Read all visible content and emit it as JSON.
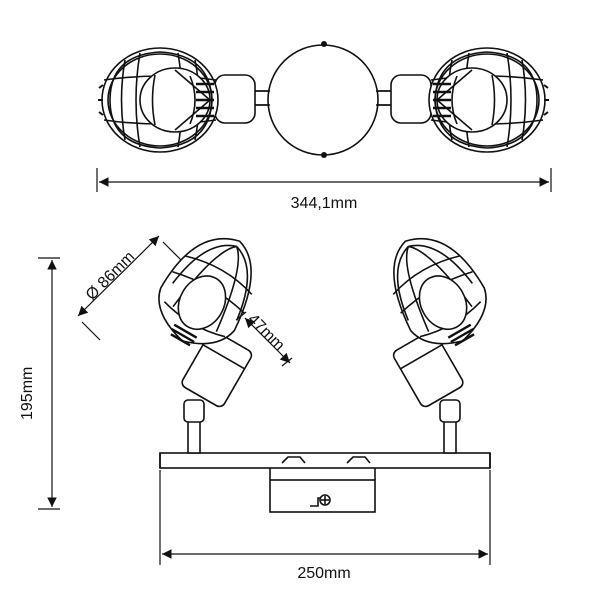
{
  "drawing": {
    "top_view": {
      "width_label": "344,1mm"
    },
    "front_view": {
      "diameter_label": "Ø 86mm",
      "arm_label": "47mm",
      "height_label": "195mm",
      "base_width_label": "250mm"
    }
  },
  "colors": {
    "line": "#111111",
    "background": "#ffffff"
  }
}
